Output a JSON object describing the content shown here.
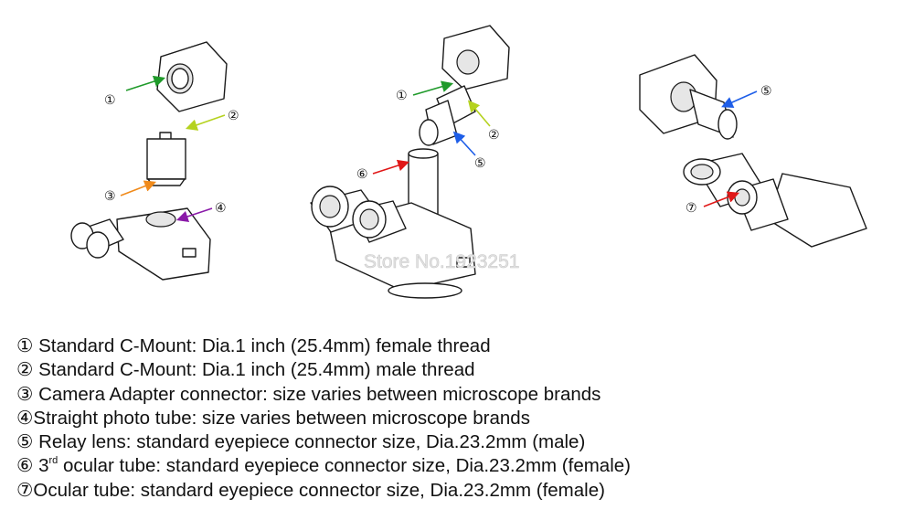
{
  "figure": {
    "callouts": [
      "①",
      "②",
      "③",
      "④",
      "⑤",
      "⑥",
      "⑦"
    ],
    "arrow_colors": {
      "female_c_mount": "#1f9a2a",
      "male_c_mount": "#b5d21f",
      "camera_adapter": "#f08a1a",
      "photo_tube": "#8a1aa8",
      "relay_lens": "#1e5ee8",
      "third_ocular": "#e01818",
      "ocular": "#e01818"
    },
    "watermark": "Store No.1923251"
  },
  "legend": [
    {
      "marker": "①",
      "text": " Standard C-Mount: Dia.1 inch (25.4mm) female thread"
    },
    {
      "marker": "②",
      "text": " Standard C-Mount: Dia.1 inch (25.4mm) male thread"
    },
    {
      "marker": "③",
      "text": " Camera Adapter connector: size varies between microscope brands"
    },
    {
      "marker": "④",
      "text": "Straight photo tube: size varies between microscope brands"
    },
    {
      "marker": "⑤",
      "text": " Relay lens: standard eyepiece connector size, Dia.23.2mm (male)"
    },
    {
      "marker": "⑥",
      "text_pre": " 3",
      "sup": "rd",
      "text_post": " ocular tube: standard eyepiece connector size, Dia.23.2mm (female)"
    },
    {
      "marker": "⑦",
      "text": "Ocular tube: standard eyepiece connector size, Dia.23.2mm (female)"
    }
  ]
}
